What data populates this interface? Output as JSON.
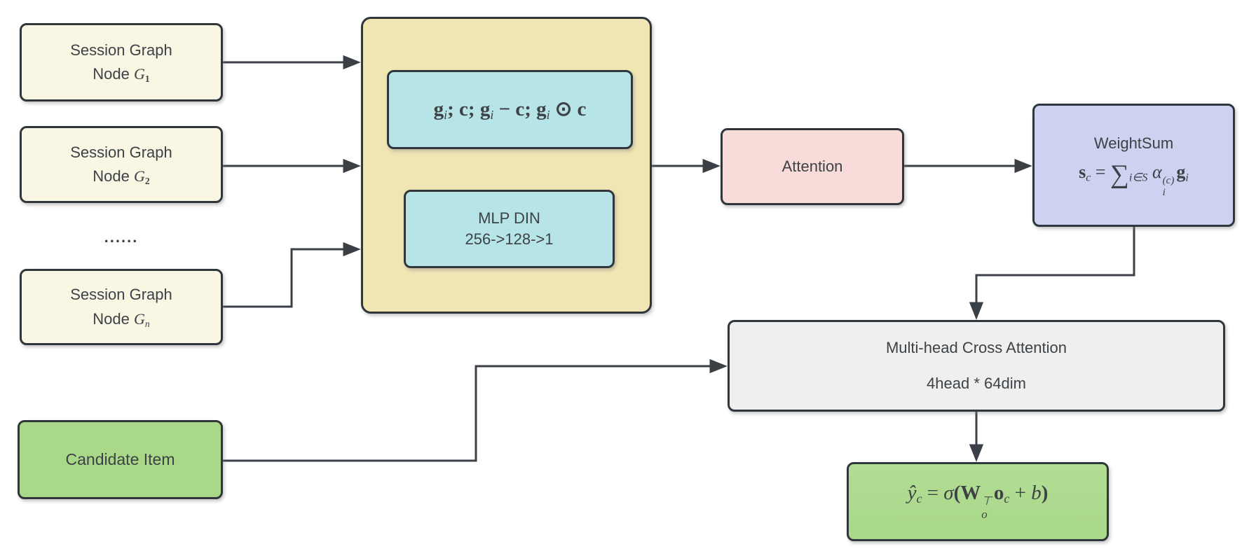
{
  "colors": {
    "cream": "#faf6e4",
    "tan": "#f0e6b4",
    "cyan": "#b7e5e7",
    "pink": "#f8dcd9",
    "lavender": "#cdd2f0",
    "gray": "#efefef",
    "green": "#a9d889",
    "border": "#2f363c",
    "arrow": "#3a4045",
    "text": "#3d4246"
  },
  "nodes": {
    "session_1": {
      "title": "Session Graph",
      "math": [
        {
          "t": "Node ",
          "c": "sans"
        },
        {
          "t": "G",
          "c": "it"
        },
        {
          "t": "1",
          "c": "subd"
        }
      ]
    },
    "session_2": {
      "title": "Session Graph",
      "math": [
        {
          "t": "Node ",
          "c": "sans"
        },
        {
          "t": "G",
          "c": "it"
        },
        {
          "t": "2",
          "c": "subd"
        }
      ]
    },
    "ellipsis": "......",
    "session_n": {
      "title": "Session Graph",
      "math": [
        {
          "t": "Node ",
          "c": "sans"
        },
        {
          "t": "G",
          "c": "it"
        },
        {
          "t": "n",
          "c": "sub"
        }
      ]
    },
    "candidate": {
      "label": "Candidate Item"
    },
    "concat": {
      "math": [
        {
          "t": "g",
          "c": "bv"
        },
        {
          "t": "i",
          "c": "sub"
        },
        {
          "t": "; ",
          "c": "bv"
        },
        {
          "t": "c",
          "c": "bv"
        },
        {
          "t": "; ",
          "c": "bv"
        },
        {
          "t": "g",
          "c": "bv"
        },
        {
          "t": "i",
          "c": "sub"
        },
        {
          "t": " − ",
          "c": "bv"
        },
        {
          "t": "c",
          "c": "bv"
        },
        {
          "t": ";  ",
          "c": "bv"
        },
        {
          "t": "g",
          "c": "bv"
        },
        {
          "t": "i",
          "c": "sub"
        },
        {
          "t": " ⊙ ",
          "c": "bv"
        },
        {
          "t": "c",
          "c": "bv"
        }
      ]
    },
    "mlp": {
      "line1": "MLP DIN",
      "line2": "256->128->1"
    },
    "attention": {
      "label": "Attention"
    },
    "weightsum": {
      "title": "WeightSum",
      "math": [
        {
          "t": "s",
          "c": "bv"
        },
        {
          "t": "c",
          "c": "sub"
        },
        {
          "t": " = ",
          "c": "rm"
        },
        {
          "t": "∑",
          "c": "sum"
        },
        {
          "t": "i∈S",
          "c": "sub"
        },
        {
          "t": " ",
          "c": "rm"
        },
        {
          "t": "α",
          "c": "it"
        },
        {
          "top": "(c)",
          "bot": "i"
        },
        {
          "t": "g",
          "c": "bv"
        },
        {
          "t": "i",
          "c": "sub"
        }
      ]
    },
    "multihead": {
      "line1": "Multi-head Cross Attention",
      "line2": "4head * 64dim"
    },
    "output": {
      "math": [
        {
          "t": "ŷ",
          "c": "it"
        },
        {
          "t": "c",
          "c": "sub"
        },
        {
          "t": " = ",
          "c": "rm"
        },
        {
          "t": "σ",
          "c": "it"
        },
        {
          "t": "(",
          "c": "bv"
        },
        {
          "t": "W",
          "c": "bv"
        },
        {
          "top": "⊤",
          "bot": "o"
        },
        {
          "t": "o",
          "c": "bv"
        },
        {
          "t": "c",
          "c": "sub"
        },
        {
          "t": " + ",
          "c": "rm"
        },
        {
          "t": "b",
          "c": "it"
        },
        {
          "t": ")",
          "c": "bv"
        }
      ]
    }
  }
}
